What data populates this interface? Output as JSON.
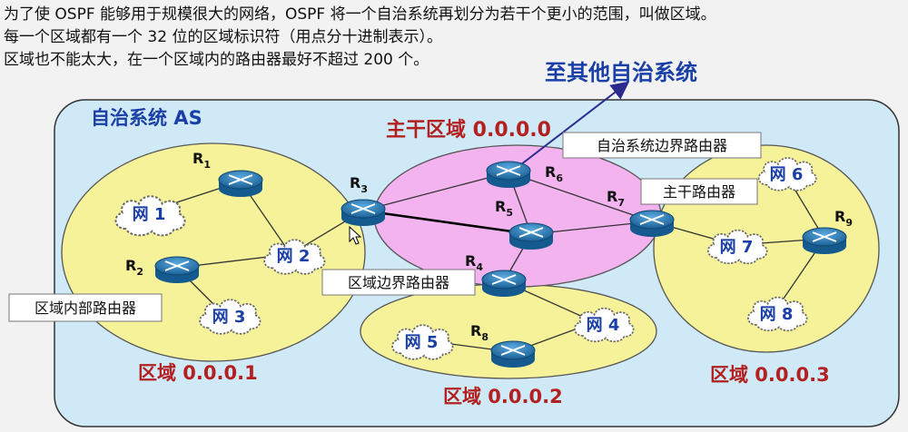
{
  "intro": {
    "line1": "为了使 OSPF 能够用于规模很大的网络，OSPF 将一个自治系统再划分为若干个更小的范围，叫做区域。",
    "line2": "每一个区域都有一个 32 位的区域标识符（用点分十进制表示）。",
    "line3": "区域也不能太大，在一个区域内的路由器最好不超过 200 个。"
  },
  "diagram": {
    "to_other_as": "至其他自治系统",
    "as_label": "自治系统 AS",
    "backbone_label": "主干区域 0.0.0.0",
    "areas": {
      "a1": "区域 0.0.0.1",
      "a2": "区域 0.0.0.2",
      "a3": "区域 0.0.0.3"
    },
    "callouts": {
      "as_boundary": "自治系统边界路由器",
      "backbone_router": "主干路由器",
      "area_border": "区域边界路由器",
      "internal": "区域内部路由器"
    },
    "routers": [
      {
        "id": "r1",
        "main": "R",
        "sub": "1"
      },
      {
        "id": "r2",
        "main": "R",
        "sub": "2"
      },
      {
        "id": "r3",
        "main": "R",
        "sub": "3"
      },
      {
        "id": "r4",
        "main": "R",
        "sub": "4"
      },
      {
        "id": "r5",
        "main": "R",
        "sub": "5"
      },
      {
        "id": "r6",
        "main": "R",
        "sub": "6"
      },
      {
        "id": "r7",
        "main": "R",
        "sub": "7"
      },
      {
        "id": "r8",
        "main": "R",
        "sub": "8"
      },
      {
        "id": "r9",
        "main": "R",
        "sub": "9"
      }
    ],
    "networks": [
      "网 1",
      "网 2",
      "网 3",
      "网 4",
      "网 5",
      "网 6",
      "网 7",
      "网 8"
    ]
  },
  "colors": {
    "as_fill": "#cfe9f7",
    "area_fill": "#f5f29a",
    "backbone_fill": "#f3b3ef",
    "router": "#1f74b4",
    "arrow": "#2a2a8f"
  }
}
